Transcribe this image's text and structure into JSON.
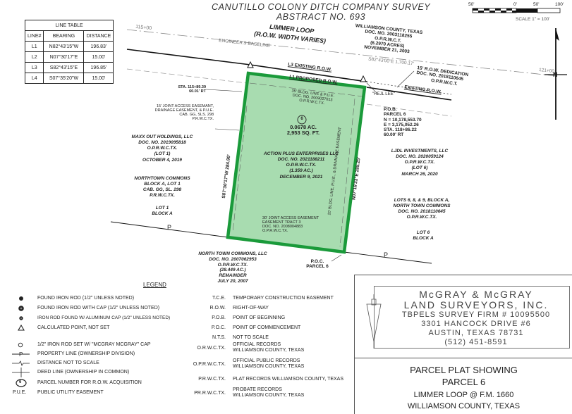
{
  "header": {
    "title_line1": "CANUTILLO COLONY DITCH COMPANY SURVEY",
    "title_line2": "ABSTRACT NO. 693"
  },
  "scale_bar": {
    "ticks": [
      "50'",
      "0'",
      "50'",
      "100'"
    ],
    "label": "SCALE 1\" = 100'"
  },
  "line_table": {
    "title": "LINE TABLE",
    "columns": [
      "LINE#",
      "BEARING",
      "DISTANCE"
    ],
    "rows": [
      {
        "line": "L1",
        "bearing": "N82°43'15\"W",
        "distance": "196.83'"
      },
      {
        "line": "L2",
        "bearing": "N07°30'17\"E",
        "distance": "15.00'"
      },
      {
        "line": "L3",
        "bearing": "S82°43'15\"E",
        "distance": "196.85'"
      },
      {
        "line": "L4",
        "bearing": "S07°35'20\"W",
        "distance": "15.00'"
      }
    ]
  },
  "plat": {
    "parcel_fill": "#a8dcb0",
    "parcel_outline": "#1a9a3a",
    "road_name": "LIMMER LOOP",
    "road_width": "(R.O.W. WIDTH VARIES)",
    "station_115": "115+00",
    "station_121": "121+00",
    "engineers_baseline": "ENGINEER'S BASELINE",
    "baseline_bearing": "S82°43'00\"E    1,700.17'",
    "williamson": [
      "WILLIAMSON COUNTY, TEXAS",
      "DOC. NO. 2003118255",
      "O.P.R.W.C.T.",
      "(6.2970 ACRES)",
      "NOVEMBER 21, 2003"
    ],
    "l3_label": "L3   EXISTING R.O.W.",
    "l1_label": "L1   PROPOSED R.O.W.",
    "existing_row_right": "EXISTING R.O.W.",
    "dedication": [
      "15' R.O.W. DEDICATION",
      "DOC. NO. 2018110645",
      "O.P.R.W.C.T."
    ],
    "heil_lee": "\"HEJL LEE\"",
    "sta_left": [
      "STA. 115+89.39",
      "60.01' RT"
    ],
    "bldg_line_top": [
      "35' BLDG. LINE & P.U.E.",
      "DOC. NO. 2009027013",
      "O.P.R.W.C.TX."
    ],
    "parcel_number": "6",
    "area": [
      "0.0678 AC.",
      "2,953 SQ. FT."
    ],
    "owner": [
      "ACTION PLUS ENTERPRISES LLC",
      "DOC. NO. 2021188211",
      "O.P.R.W.C.TX.",
      "(1.359 AC.)",
      "DECEMBER 9, 2021"
    ],
    "west_bearing": "S07°30'17\"W   284.90'",
    "east_bearing": "N07°16'23\"E   285.25'",
    "east_easement": "10' BLDG. LINE, P.U.E., & DRAINAGE EASEMENT",
    "joint_access_south": [
      "30' JOINT ACCESS EASEMENT",
      "EASEMENT TRACT 3",
      "DOC. NO. 2008004883",
      "O.P.R.W.C.TX."
    ],
    "joint_access_west": [
      "15' JOINT ACCESS EASEMANT,",
      "DRAINAGE EASEMENT, & P.U.E.",
      "CAB. GG, SLS. 298",
      "P.R.W.C.TX."
    ],
    "maxx": [
      "MAXX OUT HOLDINGS, LLC",
      "DOC. NO. 2019095818",
      "O.P.R.W.C.TX.",
      "(LOT 1)",
      "OCTOBER 4, 2019"
    ],
    "northtown": [
      "NORTHTOWN COMMONS",
      "BLOCK A, LOT 1",
      "CAB. GG, SL. 298",
      "P.R.W.C.TX."
    ],
    "lot1": [
      "LOT 1",
      "BLOCK A"
    ],
    "north_town_south": [
      "NORTH TOWN COMMONS, LLC",
      "DOC. NO. 2007062953",
      "O.P.R.W.C.TX.",
      "(28.449 AC.)",
      "REMAINDER",
      "JULY 20, 2007"
    ],
    "poc": [
      "P.O.C.",
      "PARCEL 6"
    ],
    "pob": [
      "P.O.B.",
      "PARCEL 6",
      "N = 10,178,553.70",
      "E = 3,175,052.26",
      "STA. 118+86.22",
      "60.00' RT"
    ],
    "ljdl": [
      "LJDL INVESTMENTS, LLC",
      "DOC. NO. 2020059124",
      "O.P.R.W.C.TX.",
      "(LOT 6)",
      "MARCH 26, 2020"
    ],
    "lots689": [
      "LOTS 6, 8, & 9, BLOCK A,",
      "NORTH TOWN COMMONS",
      "DOC. NO. 2018110645",
      "O.P.R.W.C.TX."
    ],
    "lot6": [
      "LOT 6",
      "BLOCK A"
    ],
    "north_label": "N"
  },
  "legend": {
    "title": "LEGEND",
    "symbols": [
      {
        "icon": "found-iron-rod",
        "text": "FOUND IRON ROD (1/2\" UNLESS NOTED)"
      },
      {
        "icon": "found-iron-rod-cap",
        "text": "FOUND IRON ROD WITH CAP (1/2\" UNLESS NOTED)"
      },
      {
        "icon": "iron-rod-aluminum-cap",
        "text": "IRON ROD FOUND W/ ALUMINUM CAP (1/2\" UNLESS NOTED)"
      },
      {
        "icon": "calculated-point-triangle",
        "text": "CALCULATED POINT, NOT SET"
      },
      {
        "icon": "iron-rod-set-circle",
        "text": "1/2\" IRON ROD SET W/ \"MCGRAY MCGRAY\" CAP"
      },
      {
        "icon": "property-line",
        "text": "PROPERTY LINE (OWNERSHIP DIVISION)"
      },
      {
        "icon": "distance-not-to-scale",
        "text": "DISTANCE NOT TO SCALE"
      },
      {
        "icon": "deed-line",
        "text": "DEED LINE (OWNERSHIP IN COMMON)"
      },
      {
        "icon": "parcel-number",
        "text": "PARCEL NUMBER FOR R.O.W. ACQUISITION",
        "symbol_text": "6"
      },
      {
        "icon": "pue",
        "text": "PUBLIC UTILITY EASEMENT",
        "symbol_text": "P.U.E."
      }
    ],
    "abbreviations": [
      {
        "abbr": "T.C.E.",
        "text": "TEMPORARY CONSTRUCTION EASEMENT"
      },
      {
        "abbr": "R.O.W.",
        "text": "RIGHT-OF-WAY"
      },
      {
        "abbr": "P.O.B.",
        "text": "POINT OF BEGINNING"
      },
      {
        "abbr": "P.O.C.",
        "text": "POINT OF COMMENCEMENT"
      },
      {
        "abbr": "N.T.S.",
        "text": "NOT TO SCALE"
      },
      {
        "abbr": "O.R.W.C.TX.",
        "text": "OFFICIAL RECORDS",
        "text2": "WILLIAMSON COUNTY, TEXAS"
      },
      {
        "abbr": "O.P.R.W.C.TX.",
        "text": "OFFICIAL PUBLIC RECORDS",
        "text2": "WILLIAMSON COUNTY, TEXAS"
      },
      {
        "abbr": "P.R.W.C.TX.",
        "text": "PLAT RECORDS WILLIAMSON COUNTY, TEXAS"
      },
      {
        "abbr": "PR.R.W.C.TX.",
        "text": "PROBATE RECORDS",
        "text2": "WILLIAMSON COUNTY, TEXAS"
      }
    ]
  },
  "title_block": {
    "company1": "McGRAY & McGRAY",
    "company2": "LAND SURVEYORS, INC.",
    "firm": "TBPELS SURVEY FIRM # 10095500",
    "address1": "3301 HANCOCK DRIVE #6",
    "address2": "AUSTIN, TEXAS 78731",
    "phone": "(512) 451-8591",
    "plat_title1": "PARCEL PLAT SHOWING",
    "plat_title2": "PARCEL 6",
    "location1": "LIMMER LOOP @ F.M. 1660",
    "location2": "WILLIAMSON COUNTY, TEXAS"
  }
}
